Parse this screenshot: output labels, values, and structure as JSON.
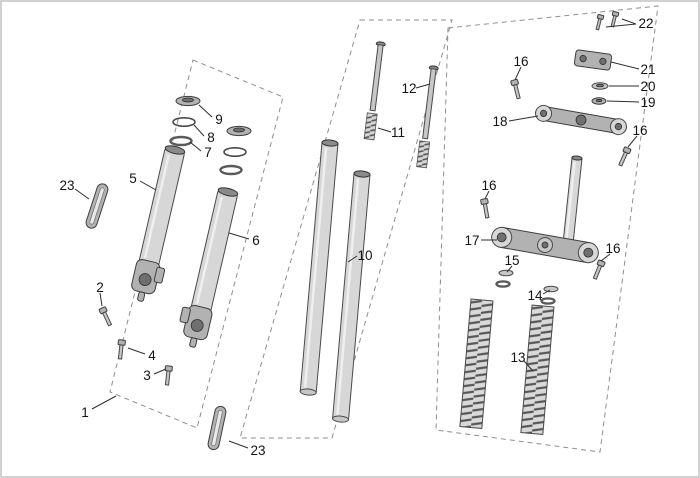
{
  "palette": {
    "background": "#ffffff",
    "frame_border": "#c2c2c2",
    "part_gray": "#b2b2b2",
    "leader_line": "#2e2e2e",
    "dashed_outline": "#8f8f8f",
    "callout_text": "#141414"
  },
  "diagram": {
    "kind": "exploded-parts-diagram-front-fork",
    "callouts": [
      {
        "label": "22"
      },
      {
        "label": "21"
      },
      {
        "label": "20"
      },
      {
        "label": "19"
      },
      {
        "label": "16"
      },
      {
        "label": "18"
      },
      {
        "label": "16"
      },
      {
        "label": "16"
      },
      {
        "label": "17"
      },
      {
        "label": "16"
      },
      {
        "label": "15"
      },
      {
        "label": "14"
      },
      {
        "label": "13"
      },
      {
        "label": "12"
      },
      {
        "label": "11"
      },
      {
        "label": "10"
      },
      {
        "label": "9"
      },
      {
        "label": "8"
      },
      {
        "label": "7"
      },
      {
        "label": "5"
      },
      {
        "label": "6"
      },
      {
        "label": "23"
      },
      {
        "label": "2"
      },
      {
        "label": "4"
      },
      {
        "label": "3"
      },
      {
        "label": "1"
      },
      {
        "label": "23"
      }
    ]
  }
}
